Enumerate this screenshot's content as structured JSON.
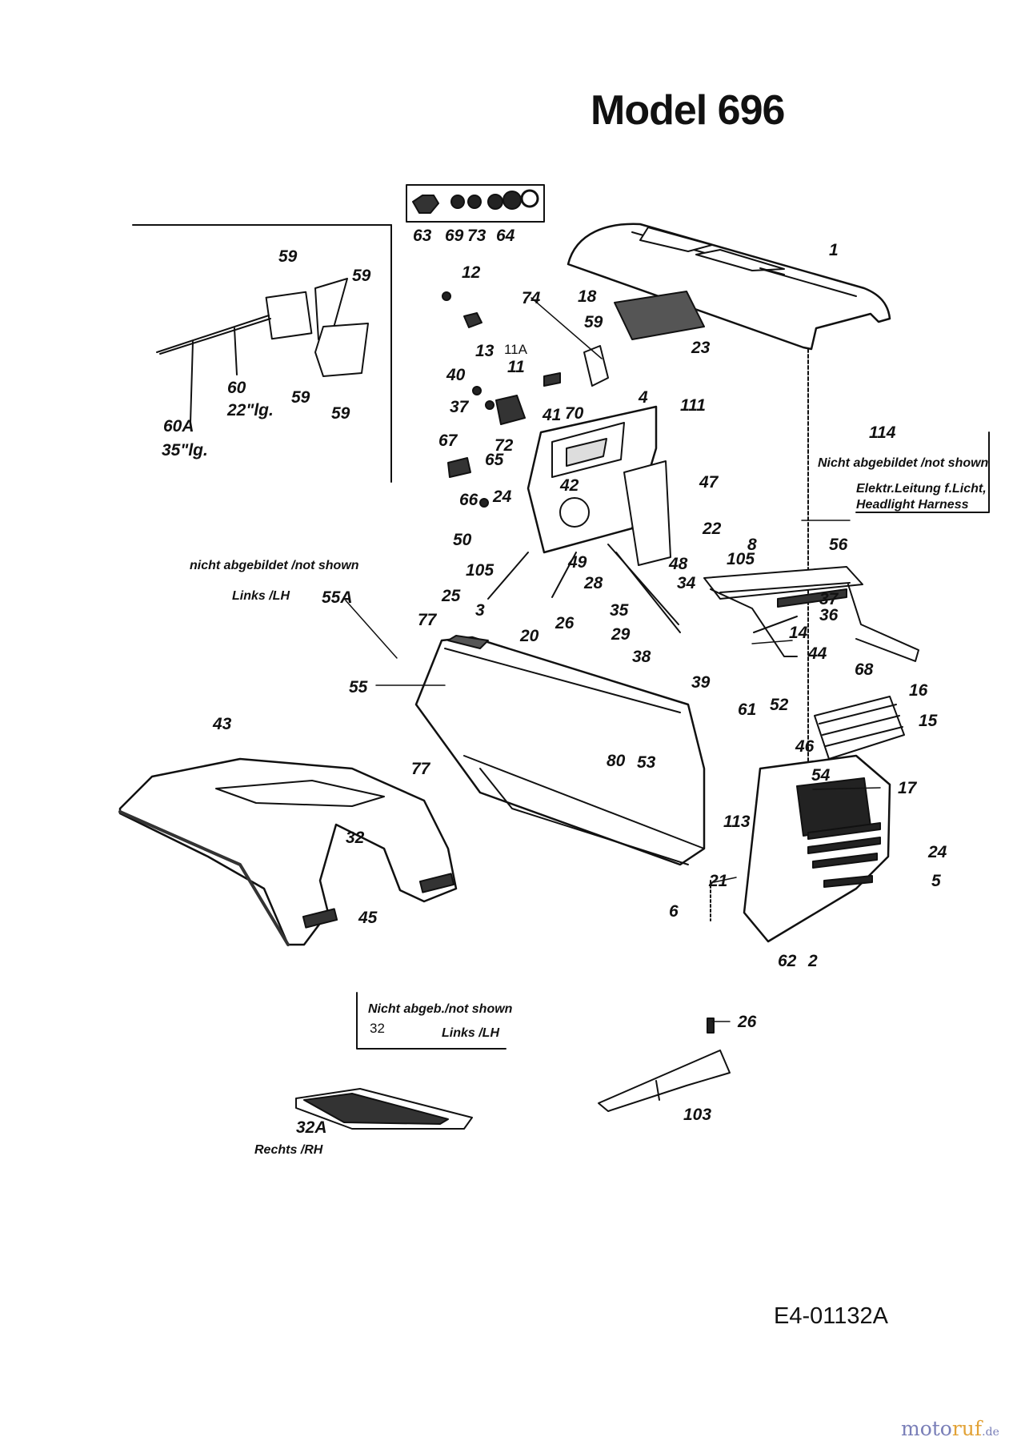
{
  "title": "Model 696",
  "drawing_id": "E4-01132A",
  "watermark": {
    "main": "moto",
    "accent": "ruf",
    "suffix": ".de"
  },
  "notes": {
    "not_shown_lh": "nicht abgebildet /not shown",
    "links_lh": "Links /LH",
    "not_shown_114": "Nicht abgebildet /not shown",
    "harness_de": "Elektr.Leitung f.Licht,",
    "harness_en": "Headlight Harness",
    "nicht_abgeb": "Nicht abgeb./not shown",
    "links_lh_2": "Links /LH",
    "rechts_rh": "Rechts /RH"
  },
  "callouts": {
    "c1": "1",
    "c2": "2",
    "c3": "3",
    "c4": "4",
    "c5": "5",
    "c6": "6",
    "c8": "8",
    "c11": "11",
    "c11a": "11A",
    "c12": "12",
    "c13": "13",
    "c14": "14",
    "c15": "15",
    "c16": "16",
    "c17": "17",
    "c18": "18",
    "c20": "20",
    "c21": "21",
    "c22": "22",
    "c23": "23",
    "c24a": "24",
    "c24b": "24",
    "c25": "25",
    "c26a": "26",
    "c26b": "26",
    "c28": "28",
    "c29": "29",
    "c32": "32",
    "c32n": "32",
    "c32a": "32A",
    "c34": "34",
    "c35": "35",
    "c36": "36",
    "c37": "37",
    "c37b": "37",
    "c38": "38",
    "c39": "39",
    "c40": "40",
    "c41": "41",
    "c42": "42",
    "c43": "43",
    "c44": "44",
    "c45": "45",
    "c46": "46",
    "c47": "47",
    "c48": "48",
    "c49": "49",
    "c50": "50",
    "c52": "52",
    "c53": "53",
    "c54": "54",
    "c55": "55",
    "c55a": "55A",
    "c56": "56",
    "c59a": "59",
    "c59b": "59",
    "c59c": "59",
    "c59d": "59",
    "c59e": "59",
    "c60": "60",
    "c60len": "22\"lg.",
    "c60a": "60A",
    "c60alen": "35\"lg.",
    "c61": "61",
    "c62": "62",
    "c63": "63",
    "c64": "64",
    "c65": "65",
    "c66": "66",
    "c67": "67",
    "c68": "68",
    "c69": "69",
    "c70": "70",
    "c72": "72",
    "c73": "73",
    "c74": "74",
    "c77a": "77",
    "c77b": "77",
    "c80": "80",
    "c103": "103",
    "c105a": "105",
    "c105b": "105",
    "c111": "111",
    "c113": "113",
    "c114": "114"
  }
}
